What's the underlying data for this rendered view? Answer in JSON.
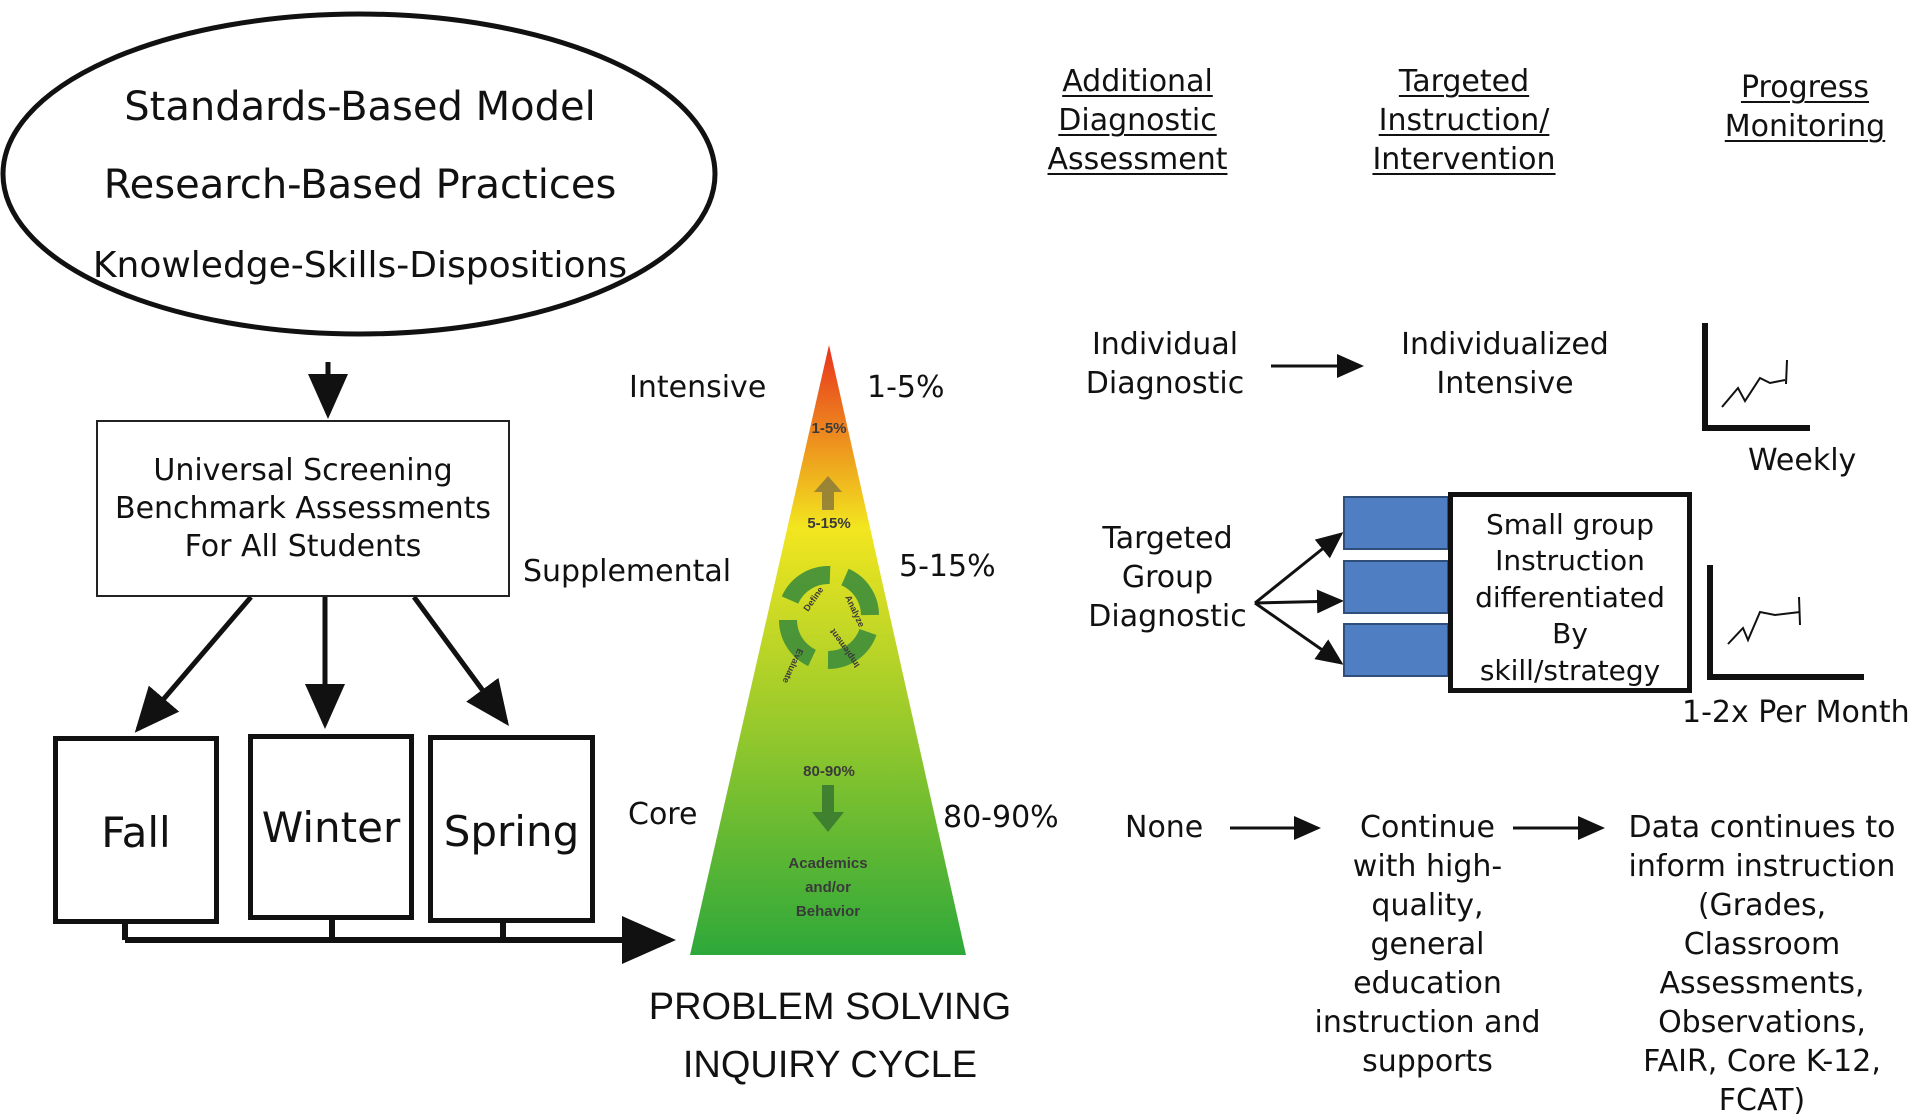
{
  "ellipse": {
    "line1": "Standards-Based Model",
    "line2": "Research-Based Practices",
    "line3": "Knowledge-Skills-Dispositions"
  },
  "screening": {
    "line1": "Universal Screening",
    "line2": "Benchmark Assessments",
    "line3": "For All Students"
  },
  "seasons": {
    "fall": "Fall",
    "winter": "Winter",
    "spring": "Spring"
  },
  "tiers_left": {
    "intensive": "Intensive",
    "supplemental": "Supplemental",
    "core": "Core"
  },
  "tiers_right": {
    "intensive": "1-5%",
    "supplemental": "5-15%",
    "core": "80-90%"
  },
  "pyramid": {
    "label_top": "1-5%",
    "label_mid": "5-15%",
    "label_low": "80-90%",
    "cycle": [
      "Define",
      "Analyze",
      "Implement",
      "Evaluate"
    ],
    "base_line1": "Academics",
    "base_line2": "and/or",
    "base_line3": "Behavior",
    "caption_line1": "PROBLEM SOLVING",
    "caption_line2": "INQUIRY CYCLE",
    "colors": {
      "top": "#e8321d",
      "mid": "#f2e61f",
      "bottom": "#2ea83a"
    }
  },
  "headers": {
    "assessment": "Additional\nDiagnostic\nAssessment",
    "instruction": "Targeted \nInstruction/\nIntervention",
    "monitoring": "Progress\nMonitoring"
  },
  "intensive_row": {
    "diagnostic": "Individual\nDiagnostic",
    "instruction": "Individualized\nIntensive",
    "frequency": "Weekly"
  },
  "targeted_row": {
    "diagnostic": "Targeted\nGroup\nDiagnostic",
    "instruction": "Small group\nInstruction\ndifferentiated\nBy\nskill/strategy",
    "frequency": "1-2x Per Month",
    "group_color": "#4f7fc2"
  },
  "core_row": {
    "diagnostic": "None",
    "instruction": "Continue\nwith high-\nquality,\ngeneral\neducation\ninstruction and\nsupports",
    "monitoring": "Data continues to\ninform instruction\n(Grades,\nClassroom\nAssessments,\nObservations,\nFAIR, Core K-12,\nFCAT)"
  }
}
